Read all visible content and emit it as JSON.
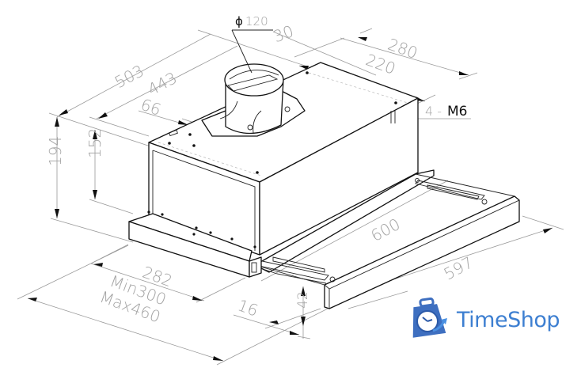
{
  "drawing": {
    "subject": "telescopic cooker hood dimension drawing",
    "dimensions": {
      "duct_diameter_symbol": "ϕ",
      "duct_diameter": "120",
      "duct_offset": "30",
      "depth_total": "503",
      "depth_body": "443",
      "duct_from_edge": "66",
      "width_top": "280",
      "width_inner": "220",
      "mount_screws": "4 - M6",
      "mount_screws_count": "4 -",
      "mount_screws_size": "M6",
      "height_total": "194",
      "height_body": "152",
      "body_width": "282",
      "extension_min": "Min300",
      "extension_max": "Max460",
      "front_panel_thickness": "16",
      "front_panel_height": "42",
      "front_width_outer": "600",
      "front_width": "597"
    }
  },
  "logo": {
    "brand_name": "TimeShop",
    "icon": "clock-briefcase-icon",
    "brand_color": "#3d7fd1",
    "icon_color": "#4a78c4"
  }
}
